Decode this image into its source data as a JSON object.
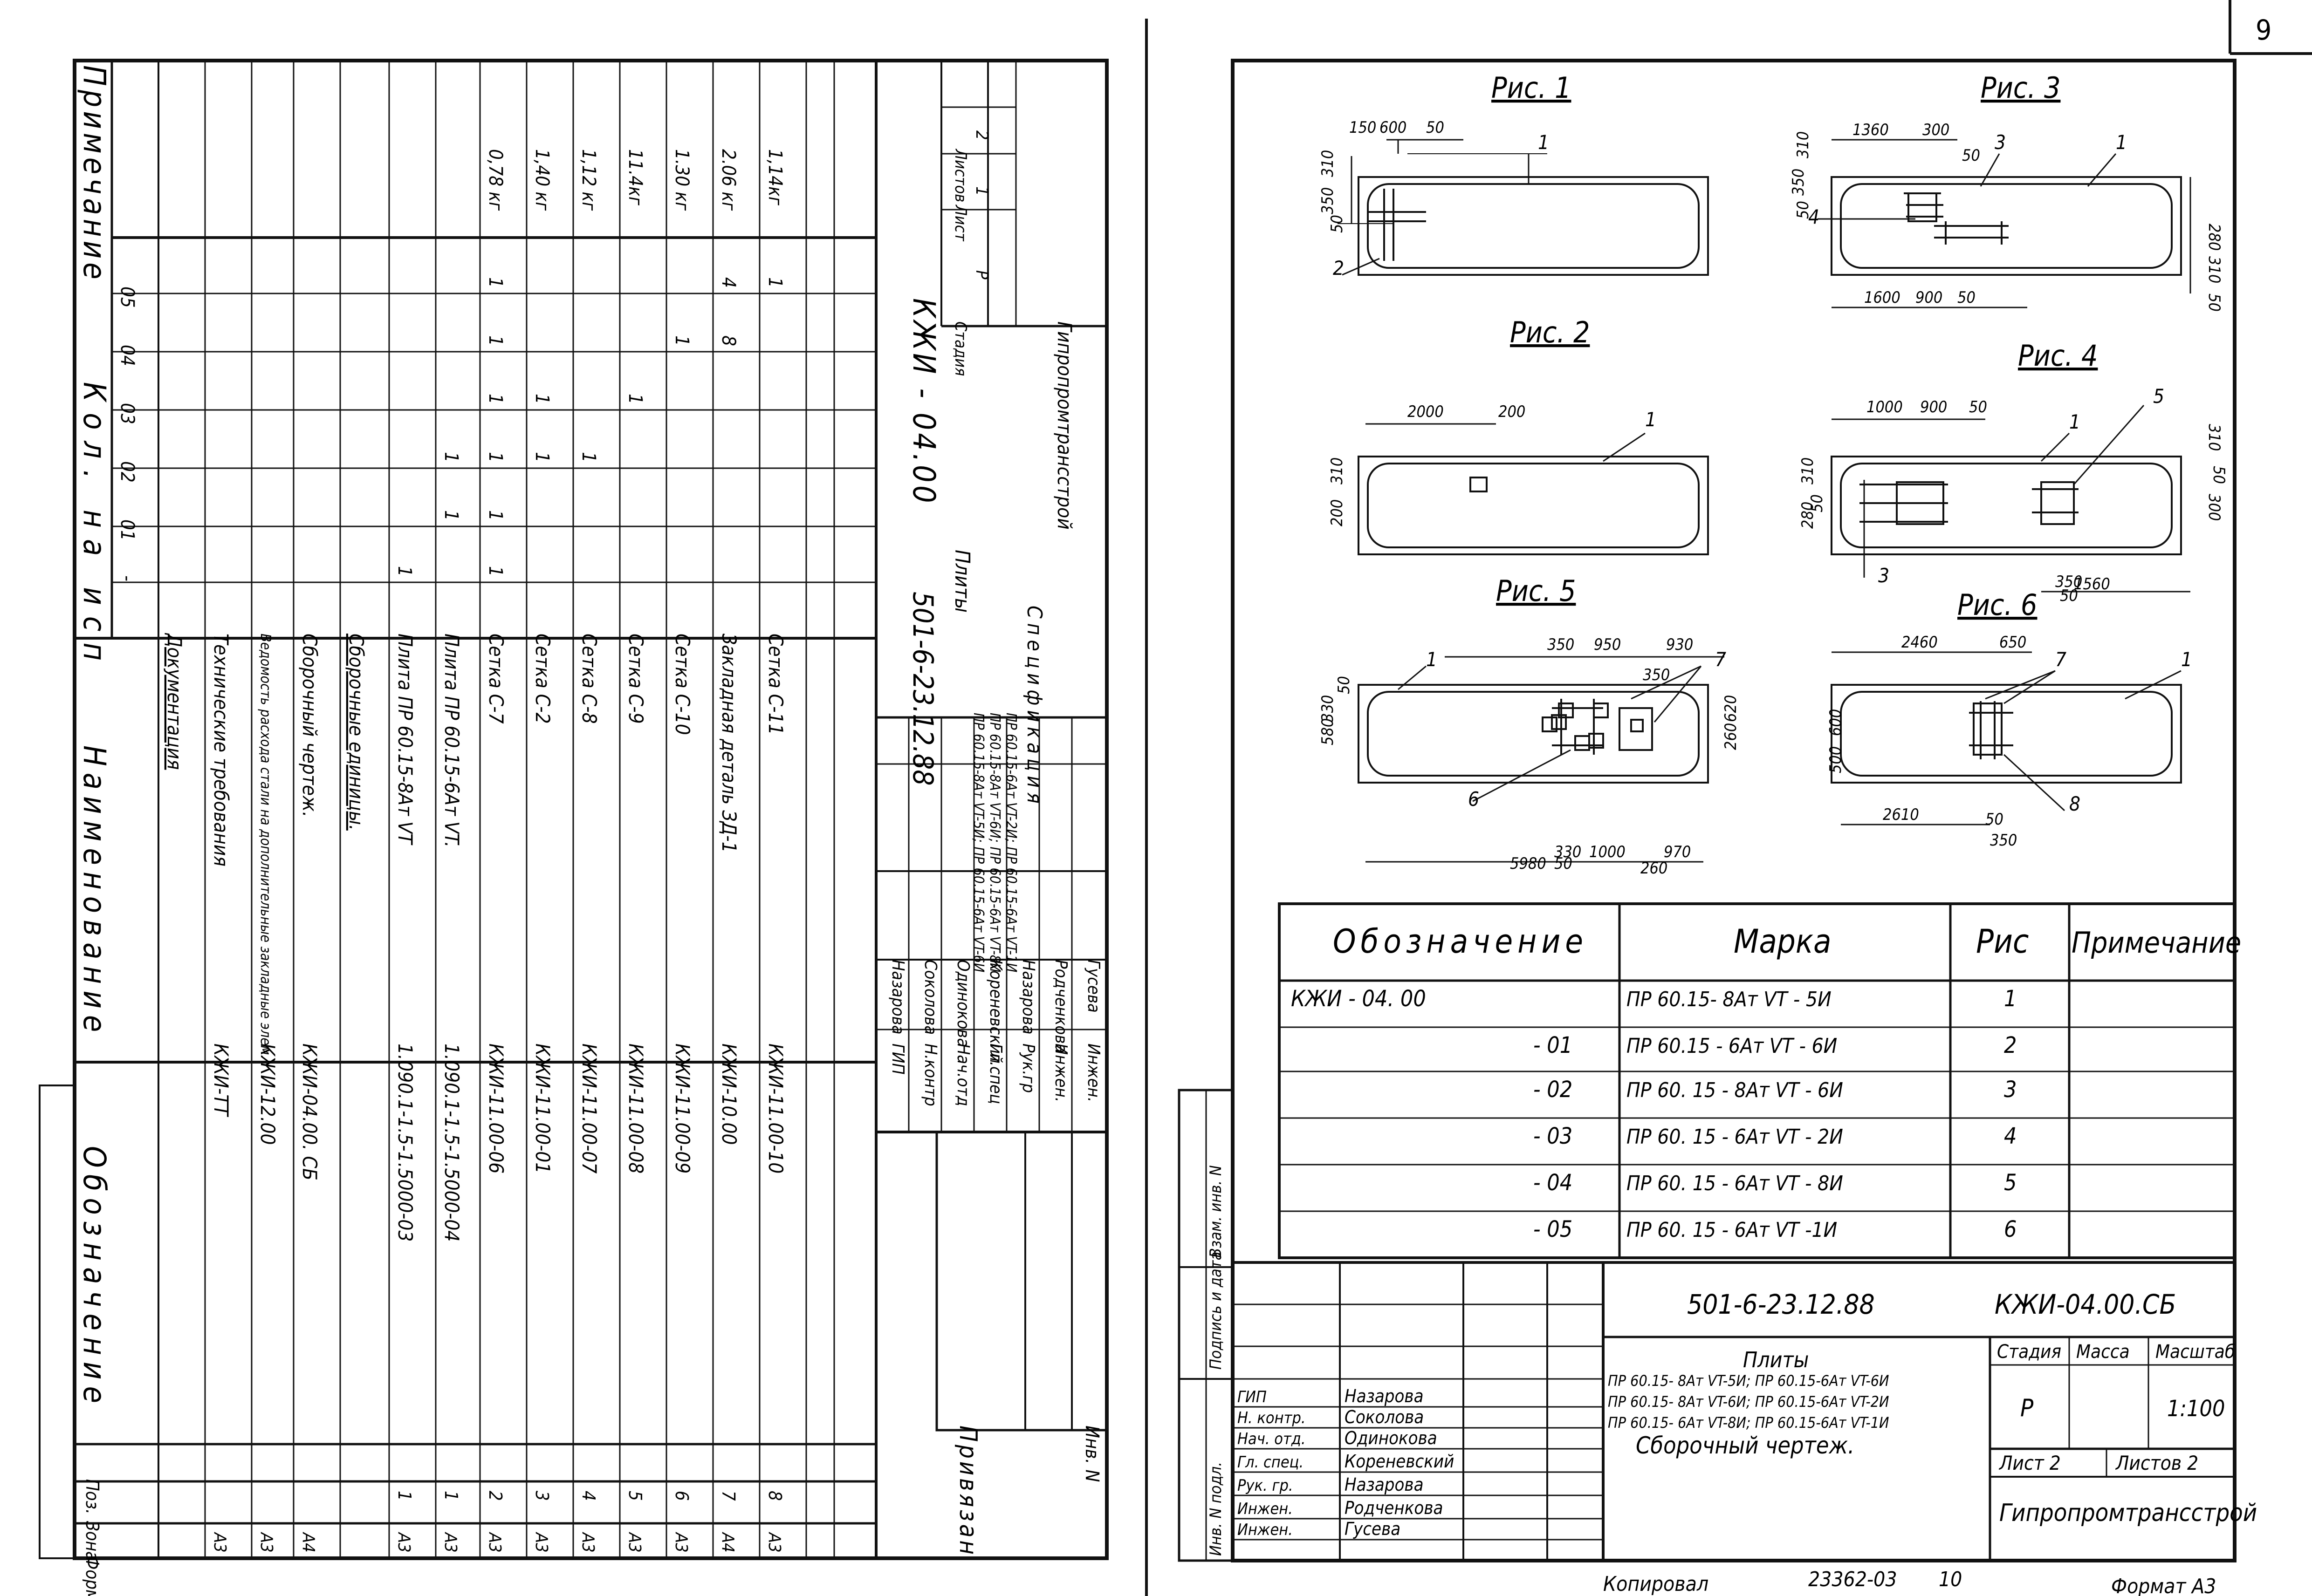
{
  "page_number": "9",
  "left_sheet": {
    "spec_headers": {
      "format": "Формат",
      "zone": "Зона",
      "pos": "Поз.",
      "designation": "Обозначение",
      "name": "Наименование",
      "qty": "Кол. на исп",
      "note": "Примечание"
    },
    "qty_columns": [
      "-",
      "01",
      "02",
      "03",
      "04",
      "05"
    ],
    "spec_rows": [
      {
        "fmt": "",
        "pos": "",
        "des": "",
        "name": "Документация",
        "q": [
          "",
          "",
          "",
          "",
          "",
          ""
        ],
        "note": ""
      },
      {
        "fmt": "A3",
        "pos": "",
        "des": "КЖИ-ТТ",
        "name": "Технические требования",
        "q": [
          "",
          "",
          "",
          "",
          "",
          ""
        ],
        "note": ""
      },
      {
        "fmt": "A3",
        "pos": "",
        "des": "КЖИ-12.00",
        "name": "Ведомость расхода стали на дополнительные закладные элем.",
        "q": [
          "",
          "",
          "",
          "",
          "",
          ""
        ],
        "note": ""
      },
      {
        "fmt": "A4",
        "pos": "",
        "des": "КЖИ-04.00. СБ",
        "name": "Сборочный чертеж.",
        "q": [
          "",
          "",
          "",
          "",
          "",
          ""
        ],
        "note": ""
      },
      {
        "fmt": "",
        "pos": "",
        "des": "",
        "name": "Сборочные единицы.",
        "q": [
          "",
          "",
          "",
          "",
          "",
          ""
        ],
        "note": ""
      },
      {
        "fmt": "A3",
        "pos": "1",
        "des": "1.090.1-1.5-1.5000-03",
        "name": "Плита ПР 60.15-8Ат VT",
        "q": [
          "1",
          "",
          "",
          "",
          "",
          ""
        ],
        "note": ""
      },
      {
        "fmt": "A3",
        "pos": "1",
        "des": "1.090.1-1.5-1.5000-04",
        "name": "Плита ПР 60.15-6Ат VT.",
        "q": [
          "",
          "1",
          "1",
          "",
          "",
          ""
        ],
        "note": ""
      },
      {
        "fmt": "A3",
        "pos": "2",
        "des": "КЖИ-11.00-06",
        "name": "Сетка С-7",
        "q": [
          "1",
          "1",
          "1",
          "1",
          "1",
          "1"
        ],
        "note": "0,78 кг"
      },
      {
        "fmt": "A3",
        "pos": "3",
        "des": "КЖИ-11.00-01",
        "name": "Сетка С-2",
        "q": [
          "",
          "",
          "1",
          "1",
          "",
          ""
        ],
        "note": "1,40 кг"
      },
      {
        "fmt": "A3",
        "pos": "4",
        "des": "КЖИ-11.00-07",
        "name": "Сетка С-8",
        "q": [
          "",
          "",
          "1",
          "",
          "",
          ""
        ],
        "note": "1,12 кг"
      },
      {
        "fmt": "A3",
        "pos": "5",
        "des": "КЖИ-11.00-08",
        "name": "Сетка С-9",
        "q": [
          "",
          "",
          "",
          "1",
          "",
          ""
        ],
        "note": "11.4кг"
      },
      {
        "fmt": "A3",
        "pos": "6",
        "des": "КЖИ-11.00-09",
        "name": "Сетка С-10",
        "q": [
          "",
          "",
          "",
          "",
          "1",
          ""
        ],
        "note": "1.30 кг"
      },
      {
        "fmt": "A4",
        "pos": "7",
        "des": "КЖИ-10.00",
        "name": "Закладная деталь ЗД-1",
        "q": [
          "",
          "",
          "",
          "",
          "8",
          "4"
        ],
        "note": "2.06 кг"
      },
      {
        "fmt": "A3",
        "pos": "8",
        "des": "КЖИ-11.00-10",
        "name": "Сетка С-11",
        "q": [
          "",
          "",
          "",
          "",
          "",
          "1"
        ],
        "note": "1,14кг"
      }
    ],
    "stamp": {
      "doc_code": "501-6-23.12.88",
      "doc_number": "КЖИ - 04.00",
      "title_lines": [
        "Плиты",
        "ПР 60.15-8Ат VT-5И; ПР 60.15-6Ат VT-6И",
        "ПР 60.15-8Ат VT-6И; ПР 60.15-6Ат VT-8И",
        "ПР 60.15-6Ат VT-2И; ПР 60.15-6Ат VT-1И"
      ],
      "subtitle": "Спецификация",
      "stage_label": "Стадия",
      "sheet_label": "Лист",
      "sheets_label": "Листов",
      "stage": "Р",
      "sheet": "1",
      "sheets": "2",
      "org": "Гипропромтрансстрой",
      "roles": [
        "ГИП",
        "Н.контр",
        "Нач.отд",
        "Гл.спец",
        "Рук.гр",
        "Инжен.",
        "Инжен."
      ],
      "names": [
        "Назарова",
        "Соколова",
        "Одинокова",
        "Кореневский",
        "Назарова",
        "Родченкова",
        "Гусева"
      ],
      "privyazan": "Привязан",
      "inv": "Инв. N"
    }
  },
  "right_sheet": {
    "figures": {
      "fig1": {
        "title": "Рис. 1",
        "dims": [
          "150",
          "600",
          "50",
          "310",
          "350",
          "50"
        ],
        "labels": [
          "1",
          "2"
        ]
      },
      "fig2": {
        "title": "Рис. 2",
        "dims": [
          "2000",
          "200",
          "310",
          "200"
        ],
        "labels": [
          "1"
        ]
      },
      "fig3": {
        "title": "Рис. 3",
        "dims": [
          "1360",
          "300",
          "50",
          "350",
          "310",
          "50",
          "1600",
          "900",
          "50",
          "280",
          "50",
          "310"
        ],
        "labels": [
          "3",
          "1",
          "4"
        ]
      },
      "fig4": {
        "title": "Рис. 4",
        "dims": [
          "1000",
          "900",
          "50",
          "310",
          "280",
          "50",
          "310",
          "300",
          "50",
          "350",
          "1560",
          "50"
        ],
        "labels": [
          "5",
          "1",
          "3"
        ]
      },
      "fig5": {
        "title": "Рис. 5",
        "dims": [
          "350",
          "950",
          "930",
          "350",
          "330",
          "580",
          "50",
          "620",
          "260",
          "330",
          "1000",
          "970",
          "50",
          "260",
          "5980"
        ],
        "labels": [
          "1",
          "7",
          "6"
        ]
      },
      "fig6": {
        "title": "Рис. 6",
        "dims": [
          "2460",
          "650",
          "500",
          "600",
          "2610",
          "50",
          "350"
        ],
        "labels": [
          "7",
          "1",
          "8"
        ]
      }
    },
    "table": {
      "headers": [
        "Обозначение",
        "Марка",
        "Рис",
        "Примечание"
      ],
      "rows": [
        {
          "des": "КЖИ - 04. 00",
          "mark": "ПР 60.15- 8Ат VT - 5И",
          "fig": "1",
          "note": ""
        },
        {
          "des": "- 01",
          "mark": "ПР 60.15 - 6Ат VT - 6И",
          "fig": "2",
          "note": ""
        },
        {
          "des": "- 02",
          "mark": "ПР 60. 15 - 8Ат VT - 6И",
          "fig": "3",
          "note": ""
        },
        {
          "des": "- 03",
          "mark": "ПР 60. 15 - 6Ат VT - 2И",
          "fig": "4",
          "note": ""
        },
        {
          "des": "- 04",
          "mark": "ПР 60. 15 - 6Ат VT - 8И",
          "fig": "5",
          "note": ""
        },
        {
          "des": "- 05",
          "mark": "ПР 60. 15 - 6Ат VT -1И",
          "fig": "6",
          "note": ""
        }
      ]
    },
    "stamp": {
      "doc_code": "501-6-23.12.88",
      "doc_number": "КЖИ-04.00.СБ",
      "title_lines": [
        "Плиты",
        "ПР 60.15- 8Ат VT-5И;  ПР 60.15-6Ат VT-6И",
        "ПР 60.15- 8Ат VT-6И;  ПР 60.15-6Ат VT-2И",
        "ПР 60.15- 6Ат VT-8И;  ПР 60.15-6Ат VT-1И"
      ],
      "subtitle": "Сборочный   чертеж.",
      "stage_label": "Стадия",
      "mass_label": "Масса",
      "scale_label": "Масштаб",
      "stage": "Р",
      "scale": "1:100",
      "sheet_text": "Лист 2",
      "sheets_text": "Листов 2",
      "org": "Гипропромтрансстрой",
      "roles": [
        "ГИП",
        "Н. контр.",
        "Нач. отд.",
        "Гл. спец.",
        "Рук. гр.",
        "Инжен.",
        "Инжен."
      ],
      "names": [
        "Назарова",
        "Соколова",
        "Одинокова",
        "Кореневский",
        "Назарова",
        "Родченкова",
        "Гусева"
      ],
      "side_labels": [
        "Взам. инв. N",
        "Подпись и дата",
        "Инв. N подл."
      ]
    },
    "footer": {
      "copied": "Копировал",
      "number": "23362-03",
      "sheet": "10",
      "format": "Формат А3"
    }
  }
}
